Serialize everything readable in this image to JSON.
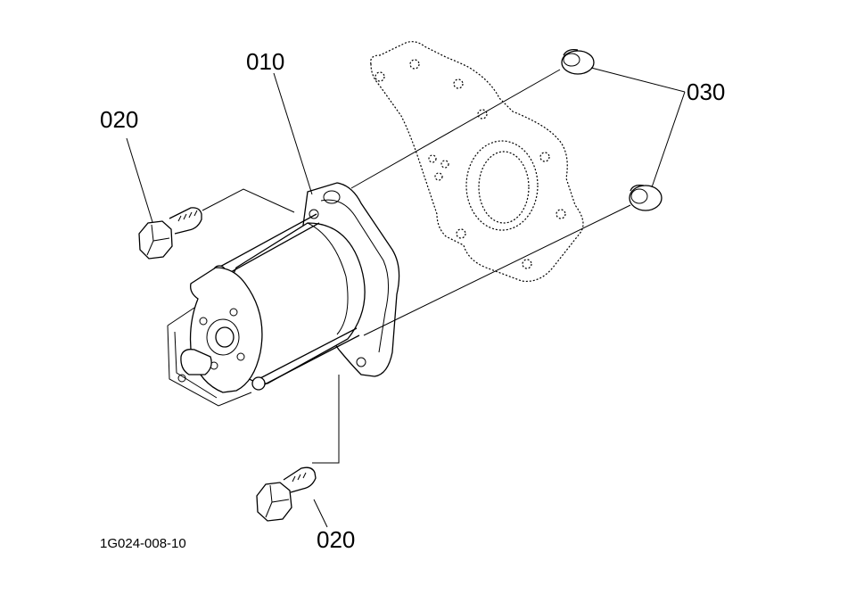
{
  "diagram": {
    "type": "exploded-parts-diagram",
    "callouts": {
      "starter": "010",
      "bolt_upper": "020",
      "bolt_lower": "020",
      "spacer": "030"
    },
    "figure_id": "1G024-008-10",
    "parts": [
      {
        "ref": "010",
        "depicts": "starter motor"
      },
      {
        "ref": "020",
        "depicts": "flange bolt",
        "count_shown": 2
      },
      {
        "ref": "030",
        "depicts": "spacer / collar",
        "count_shown": 2
      },
      {
        "ref": "",
        "depicts": "gasket / mounting plate"
      }
    ],
    "colors": {
      "ink": "#000000",
      "paper": "#ffffff"
    }
  }
}
